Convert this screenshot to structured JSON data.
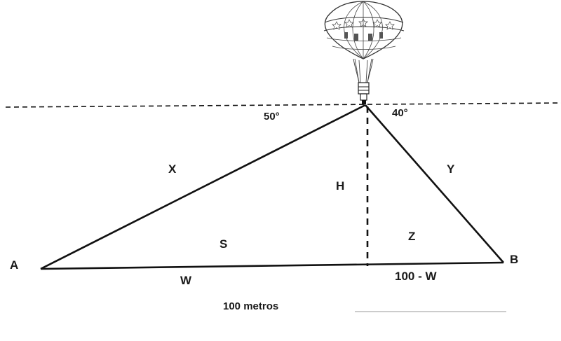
{
  "labels": {
    "point_a": "A",
    "point_b": "B",
    "side_x": "X",
    "side_y": "Y",
    "height": "H",
    "region_s": "S",
    "region_z": "Z",
    "segment_w": "W",
    "segment_rest": "100 - W",
    "angle_left": "50°",
    "angle_right": "40°",
    "total_distance": "100 metros"
  },
  "balloon": {
    "icon": "hot-air-balloon-icon"
  },
  "colors": {
    "line": "#111111",
    "text": "#1a1a1a"
  }
}
